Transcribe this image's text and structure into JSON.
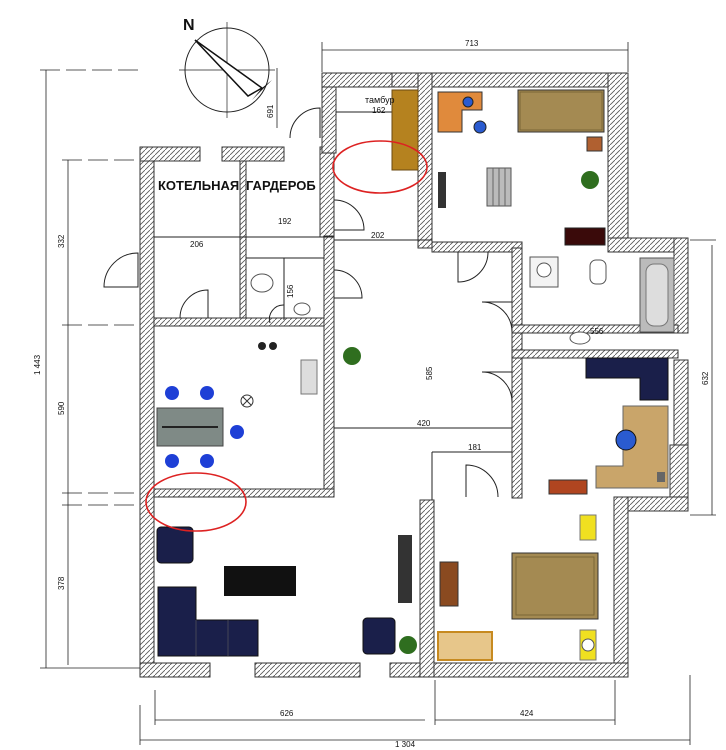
{
  "rooms": {
    "boiler": "КОТЕЛЬНАЯ",
    "wardrobe": "ГАРДЕРОБ",
    "vestibule": "тамбур"
  },
  "dims": {
    "top_width": "713",
    "bottom_total": "1 304",
    "bottom_left": "626",
    "bottom_right": "424",
    "left_total": "1 443",
    "left_top": "332",
    "left_mid": "590",
    "left_bottom": "378",
    "right_total": "632",
    "entry_depth": "691",
    "vestibule_width": "162",
    "boiler_width": "206",
    "wardrobe_width": "192",
    "hall_width": "202",
    "wc_width": "156",
    "bath_width": "556",
    "corridor_height": "585",
    "corridor_width": "420",
    "closet_width": "181"
  }
}
